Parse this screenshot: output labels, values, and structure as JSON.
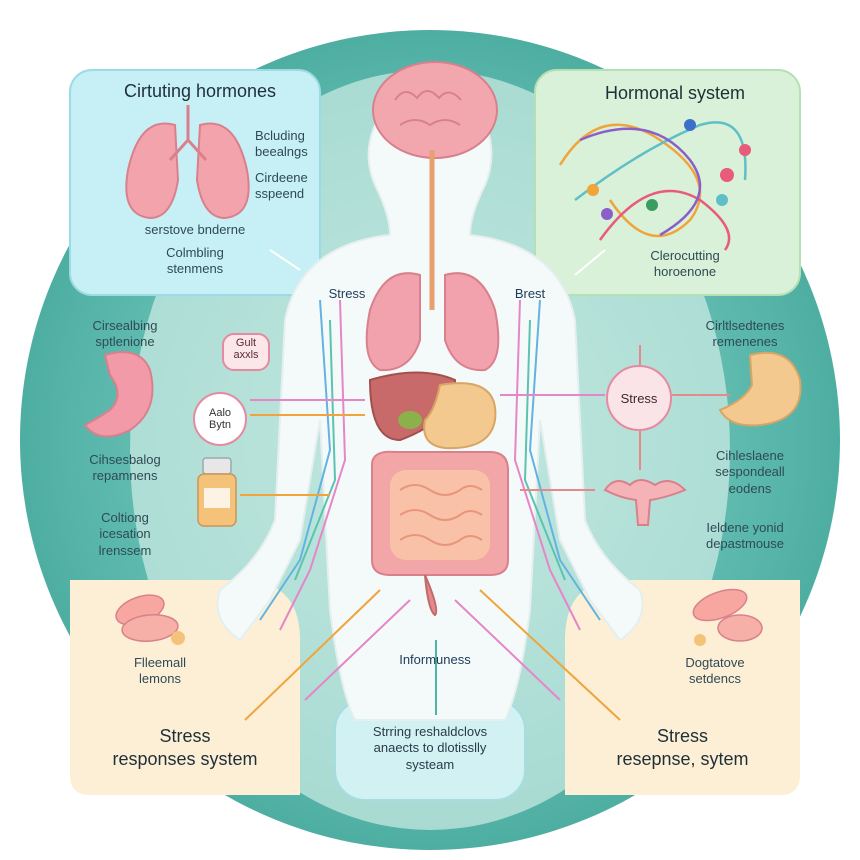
{
  "top_left": {
    "title": "Cirtuting hormones",
    "lung_label_1": "Bcluding\nbeealngs",
    "lung_label_2": "Cirdeene\nsspeend",
    "caption": "serstove bnderne",
    "sub": "Colmbling\nstenmens"
  },
  "top_right": {
    "title": "Hormonal system",
    "sub": "Clerocutting\nhoroenone"
  },
  "body": {
    "stress_left": "Stress",
    "stress_right": "Brest",
    "gut_pill": "Gult\naxxls",
    "gut_circle": "Aalo\nBytn",
    "stress_circle": "Stress",
    "center_bottom": "Informuness"
  },
  "left_side": {
    "t1": "Cirsealbing\nsptlenione",
    "t2": "Cihsesbalog\nrepamnens",
    "t3": "Coltiong\nicesation\nlrenssem"
  },
  "right_side": {
    "t1": "Cirltlsedtenes\nremenenes",
    "t2": "Cihleslaene\nsespondeall\neodens",
    "t3": "Ieldene yonid\ndepastmouse"
  },
  "bottom_left": {
    "pill_label": "Flleemall\nlemons",
    "title": "Stress\nresponses system"
  },
  "bottom_right": {
    "pill_label": "Dogtatove\nsetdencs",
    "title": "Stress\nresepnse, sytem"
  },
  "bottom_center": {
    "text": "Strring reshaldclovs\nanaects to dlotisslly\nsysteam"
  },
  "colors": {
    "teal": "#4fb3a8",
    "cyan_panel": "#bfeef5",
    "green_panel": "#d5f0d8",
    "cream_panel": "#fbefd6",
    "organ_pink": "#f3a2ad"
  }
}
